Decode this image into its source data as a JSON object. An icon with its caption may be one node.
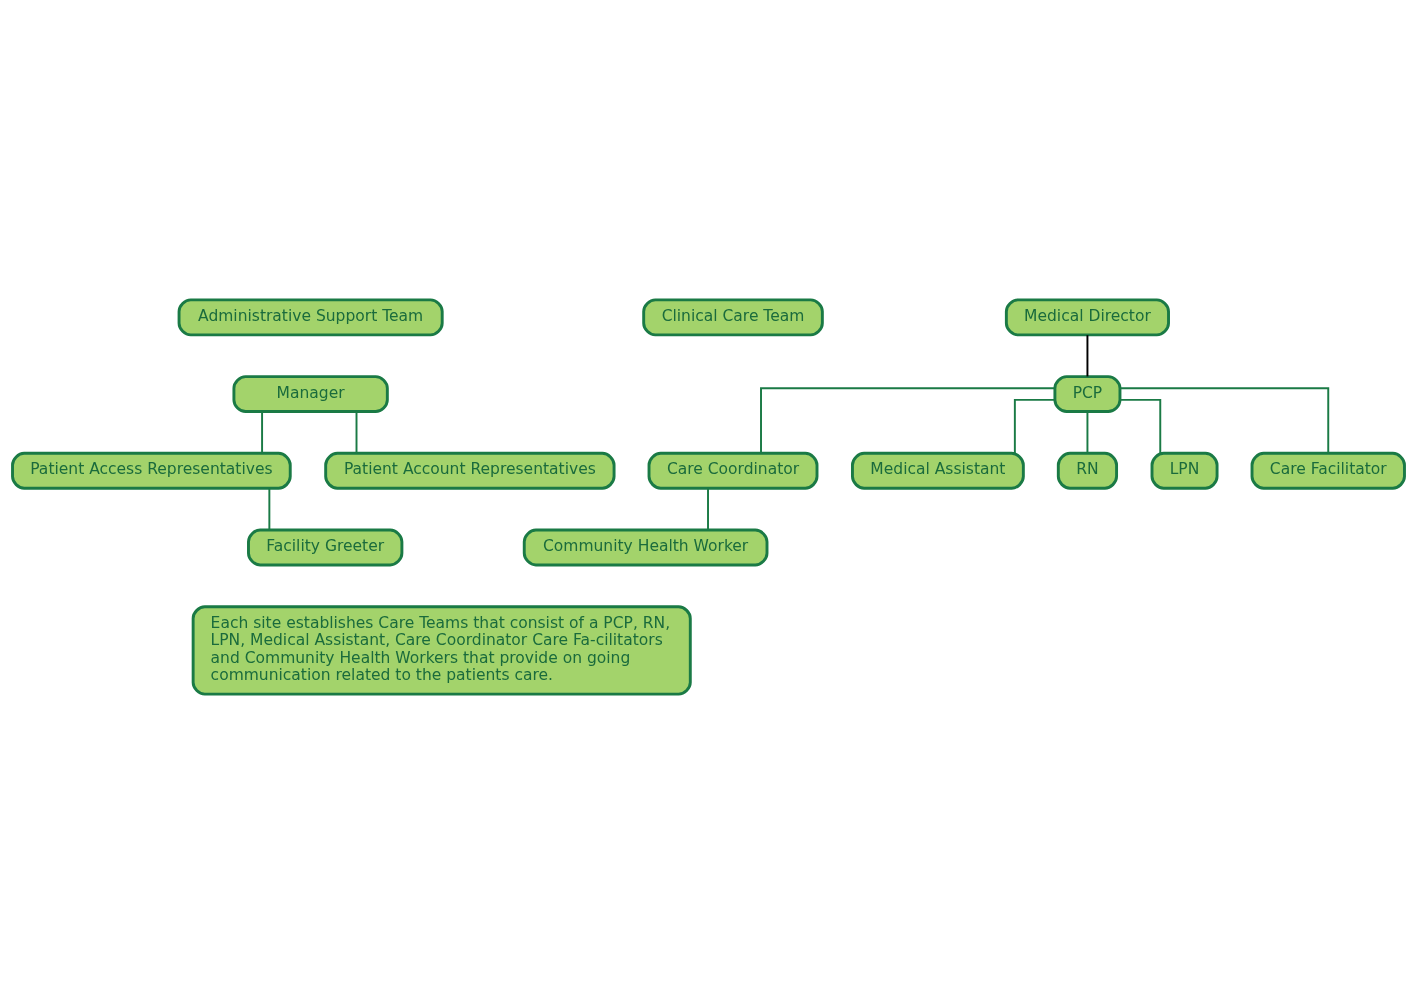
{
  "diagram": {
    "nodes": [
      {
        "text": [
          "Clinical Care Team"
        ]
      },
      {
        "text": [
          "Medical Director"
        ]
      },
      {
        "text": [
          "Administrative Support Team"
        ]
      },
      {
        "text": [
          "PCP"
        ]
      },
      {
        "text": [
          "Manager"
        ]
      },
      {
        "text": [
          "RN"
        ]
      },
      {
        "text": [
          "LPN"
        ]
      },
      {
        "text": [
          "Patient Access Representatives"
        ]
      },
      {
        "text": [
          "Care Coordinator"
        ]
      },
      {
        "text": [
          "Patient Account Representatives"
        ]
      },
      {
        "text": [
          "Care Facilitator"
        ]
      },
      {
        "text": [
          "Medical Assistant"
        ]
      },
      {
        "text": [
          "Facility Greeter"
        ]
      },
      {
        "text": [
          "Community Health Worker"
        ]
      },
      {
        "text": [
          "Each site establishes Care Teams that consist of a PCP, RN, LPN, Medical Assistant, Care Coordinator Care Fa-cilitators and Community Health Workers that provide on going communication related to the patients care."
        ]
      }
    ],
    "edges": [
      {
        "from": 1,
        "to": 3,
        "arrow": "none",
        "color": "#000000"
      },
      {
        "from": 3,
        "to": 8,
        "arrow": "none"
      },
      {
        "from": 3,
        "to": 5,
        "arrow": "none"
      },
      {
        "from": 3,
        "to": 6,
        "arrow": "none"
      },
      {
        "from": 3,
        "to": 11,
        "arrow": "none"
      },
      {
        "from": 3,
        "to": 10,
        "arrow": "none"
      },
      {
        "from": 8,
        "to": 13,
        "arrow": "none"
      },
      {
        "from": 4,
        "to": 7,
        "arrow": "none"
      },
      {
        "from": 4,
        "to": 9,
        "arrow": "none"
      },
      {
        "from": 7,
        "to": 12,
        "arrow": "none"
      }
    ]
  }
}
